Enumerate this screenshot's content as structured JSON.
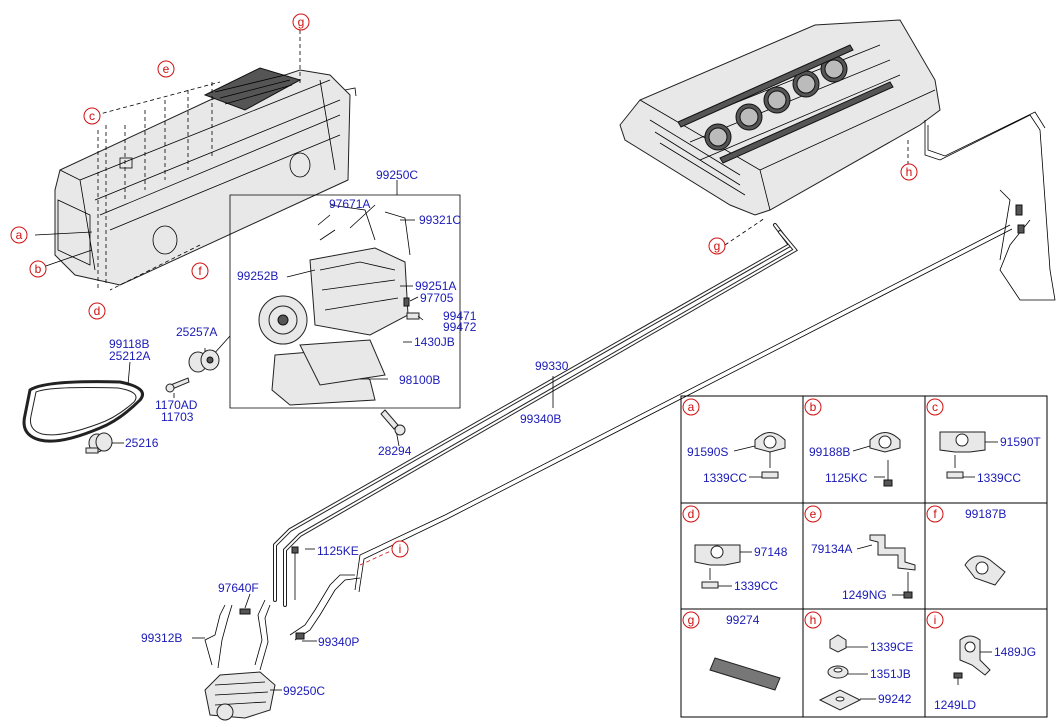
{
  "callouts": {
    "a": "a",
    "b": "b",
    "c": "c",
    "d": "d",
    "e": "e",
    "f": "f",
    "g": "g",
    "h": "h",
    "i": "i"
  },
  "main_labels": {
    "p99250C_top": "99250C",
    "p97671A": "97671A",
    "p99321C": "99321C",
    "p99252B": "99252B",
    "p99251A": "99251A",
    "p97705": "97705",
    "p99471": "99471",
    "p99472": "99472",
    "p1430JB": "1430JB",
    "p98100B": "98100B",
    "p28294": "28294",
    "p25257A": "25257A",
    "p99118B": "99118B",
    "p25212A": "25212A",
    "p1170AD": "1170AD",
    "p11703": "11703",
    "p25216": "25216",
    "p99330": "99330",
    "p99340B": "99340B",
    "p1125KE": "1125KE",
    "p97640F": "97640F",
    "p99312B": "99312B",
    "p99340P": "99340P",
    "p99250C_bottom": "99250C"
  },
  "detail_table": {
    "a": {
      "letter": "a",
      "parts": [
        "91590S",
        "1339CC"
      ]
    },
    "b": {
      "letter": "b",
      "parts": [
        "99188B",
        "1125KC"
      ]
    },
    "c": {
      "letter": "c",
      "parts": [
        "91590T",
        "1339CC"
      ]
    },
    "d": {
      "letter": "d",
      "parts": [
        "97148",
        "1339CC"
      ]
    },
    "e": {
      "letter": "e",
      "parts": [
        "79134A",
        "1249NG"
      ]
    },
    "f": {
      "letter": "f",
      "parts": [
        "99187B"
      ]
    },
    "g": {
      "letter": "g",
      "parts": [
        "99274"
      ]
    },
    "h": {
      "letter": "h",
      "parts": [
        "1339CE",
        "1351JB",
        "99242"
      ]
    },
    "i": {
      "letter": "i",
      "parts": [
        "1489JG",
        "1249LD"
      ]
    }
  },
  "colors": {
    "part_number": "#1a1ab8",
    "callout": "#d01010",
    "line": "#000000"
  }
}
